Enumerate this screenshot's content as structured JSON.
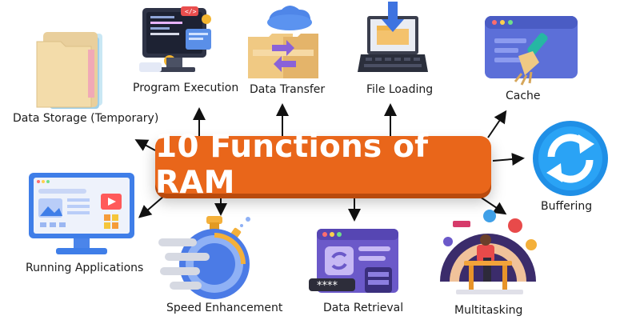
{
  "title": "10 Functions of RAM",
  "functions": {
    "data_storage": "Data Storage (Temporary)",
    "program_execution": "Program Execution",
    "data_transfer": "Data Transfer",
    "file_loading": "File Loading",
    "cache": "Cache",
    "buffering": "Buffering",
    "running_applications": "Running Applications",
    "speed_enhancement": "Speed Enhancement",
    "data_retrieval": "Data Retrieval",
    "multitasking": "Multitasking"
  },
  "retrieval_password_mask": "****",
  "colors": {
    "title_bg": "#e9661a",
    "title_text": "#ffffff",
    "arrow": "#111111"
  }
}
